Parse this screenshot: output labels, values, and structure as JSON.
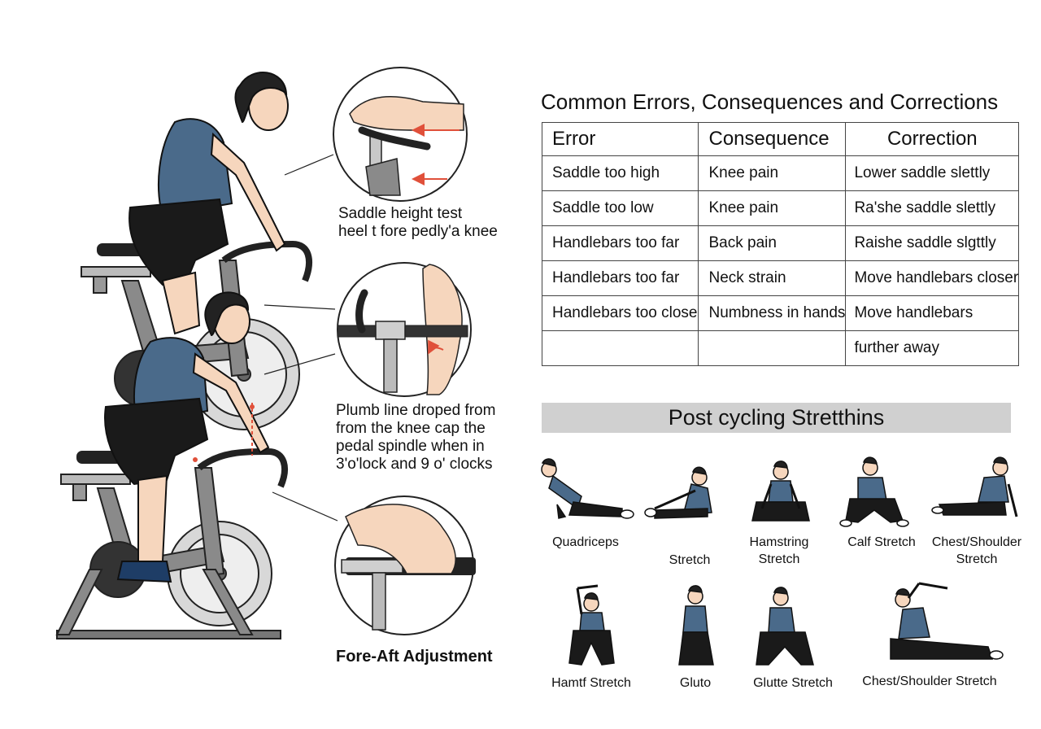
{
  "callouts": {
    "saddle_test": [
      "Saddle height test",
      "heel t fore pedly'a knee"
    ],
    "plumb_line": [
      "Plumb line droped from",
      "from the knee cap the",
      "pedal spindle when in",
      "3'o'lock and 9 o' clocks"
    ],
    "fore_aft": "Fore-Aft Adjustment"
  },
  "table": {
    "title": "Common Errors, Consequences and Corrections",
    "headers": [
      "Error",
      "Consequence",
      "Correction"
    ],
    "rows": [
      [
        "Saddle too high",
        "Knee pain",
        "Lower saddle slettly"
      ],
      [
        "Saddle too low",
        "Knee pain",
        "Ra'she saddle slettly"
      ],
      [
        "Handlebars too far",
        "Back pain",
        "Raishe saddle slgttly"
      ],
      [
        "Handlebars too far",
        "Neck strain",
        "Move handlebars closer"
      ],
      [
        "Handlebars too close",
        "Numbness in hands",
        "Move handlebars"
      ],
      [
        "",
        "",
        "further away"
      ]
    ]
  },
  "stretches": {
    "title": "Post cycling Stretthins",
    "row1": [
      {
        "label": "Quadriceps"
      },
      {
        "label": "Stretch"
      },
      {
        "label": "Hamstring Stretch"
      },
      {
        "label": "Calf Stretch"
      },
      {
        "label": "Chest/Shoulder Stretch"
      }
    ],
    "row2": [
      {
        "label": "Hamtf Stretch"
      },
      {
        "label": "Gluto"
      },
      {
        "label": "Glutte Stretch"
      },
      {
        "label": "Chest/Shoulder Stretch"
      }
    ]
  },
  "colors": {
    "shirt": "#4a6a8a",
    "shorts": "#1a1a1a",
    "frame": "#8a8a8a",
    "skin": "#f6d6bd",
    "arrow": "#e0503a",
    "banner": "#d0d0d0"
  }
}
